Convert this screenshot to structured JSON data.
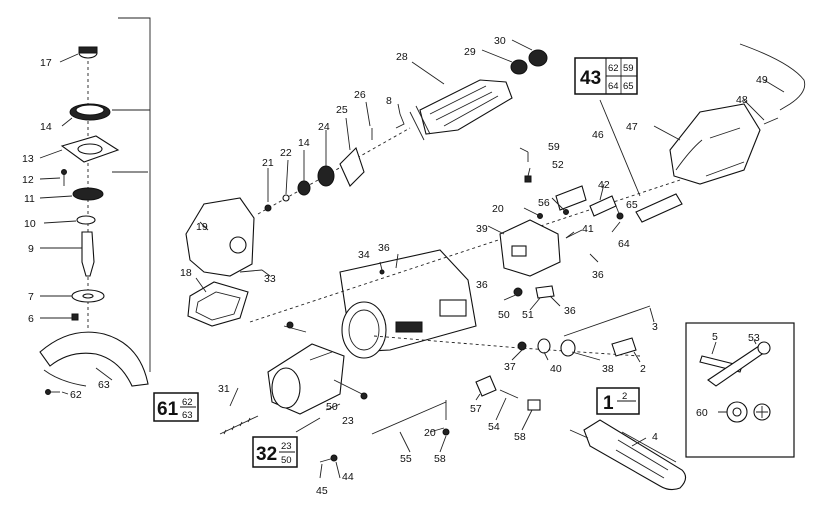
{
  "part_labels": {
    "p17": "17",
    "p14a": "14",
    "p13": "13",
    "p12": "12",
    "p11": "11",
    "p10": "10",
    "p9": "9",
    "p7": "7",
    "p6": "6",
    "p63": "63",
    "p62": "62",
    "p19": "19",
    "p18": "18",
    "p33": "33",
    "p21": "21",
    "p22": "22",
    "p14b": "14",
    "p24": "24",
    "p25": "25",
    "p26": "26",
    "p8": "8",
    "p28": "28",
    "p29": "29",
    "p30": "30",
    "p34": "34",
    "p36a": "36",
    "p36b": "36",
    "p36c": "36",
    "p36d": "36",
    "p31": "31",
    "p50a": "50",
    "p23": "23",
    "p59": "59",
    "p52": "52",
    "p20a": "20",
    "p56": "56",
    "p42": "42",
    "p65": "65",
    "p64": "64",
    "p41": "41",
    "p39": "39",
    "p46": "46",
    "p47": "47",
    "p48": "48",
    "p49": "49",
    "p50b": "50",
    "p51": "51",
    "p37": "37",
    "p40": "40",
    "p38": "38",
    "p3": "3",
    "p2": "2",
    "p57": "57",
    "p54": "54",
    "p58a": "58",
    "p58b": "58",
    "p20b": "20",
    "p55": "55",
    "p44": "44",
    "p45": "45",
    "p4": "4",
    "p5": "5",
    "p53": "53",
    "p60": "60"
  },
  "kits": {
    "kit61": {
      "main": "61",
      "top": "62",
      "bottom": "63"
    },
    "kit32": {
      "main": "32",
      "top": "23",
      "bottom": "50"
    },
    "kit43": {
      "main": "43",
      "r1c1": "62",
      "r1c2": "59",
      "r2c1": "64",
      "r2c2": "65"
    },
    "kit1": {
      "main": "1",
      "right": "2"
    }
  },
  "colors": {
    "ink": "#111111",
    "paper": "#ffffff"
  }
}
